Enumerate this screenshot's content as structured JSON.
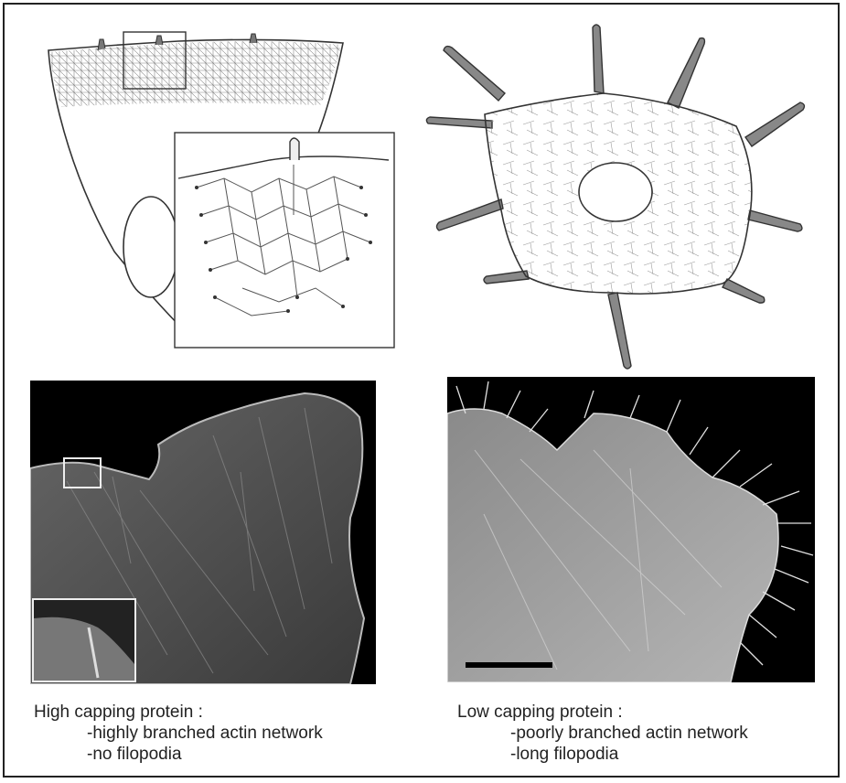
{
  "panels": {
    "left": {
      "caption_title": "High capping protein :",
      "points": [
        "-highly branched actin network",
        "-no filopodia"
      ]
    },
    "right": {
      "caption_title": "Low capping protein :",
      "points": [
        "-poorly branched actin network",
        "-long filopodia"
      ]
    }
  },
  "colors": {
    "line": "#333333",
    "network": "#777777",
    "micrograph_bg": "#000000",
    "micrograph_fg": "#d0d0d0"
  }
}
